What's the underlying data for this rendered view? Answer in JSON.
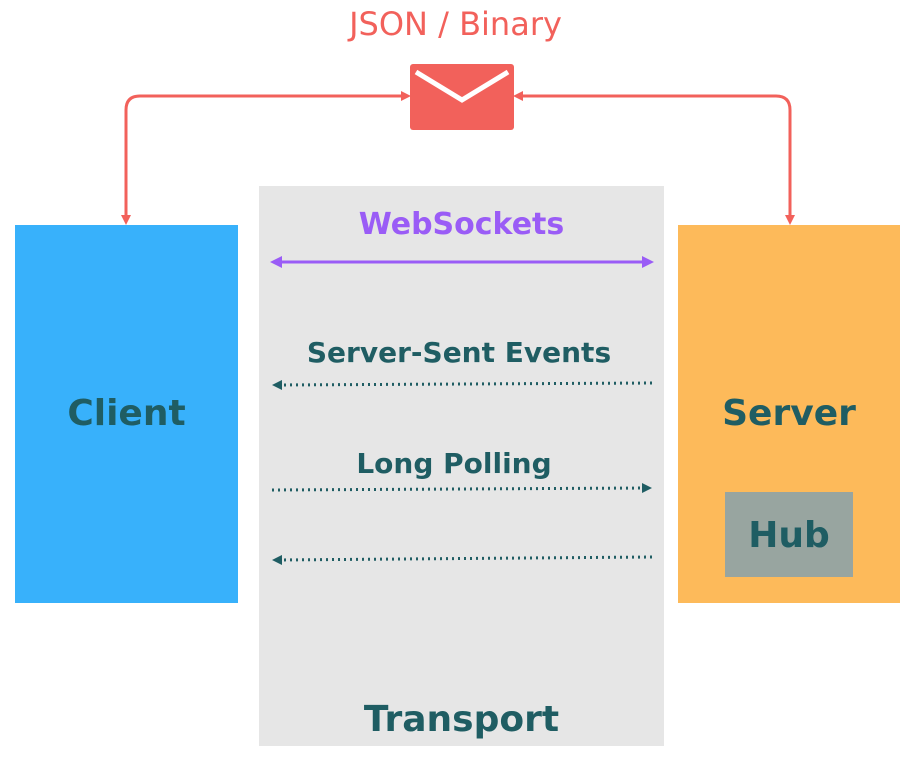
{
  "title": "JSON / Binary",
  "client": {
    "label": "Client"
  },
  "server": {
    "label": "Server",
    "hub_label": "Hub"
  },
  "transport": {
    "label": "Transport",
    "options": [
      {
        "label": "WebSockets",
        "direction": "bidirectional"
      },
      {
        "label": "Server-Sent Events",
        "direction": "server-to-client"
      },
      {
        "label": "Long Polling",
        "direction": "client-to-server and server-to-client"
      }
    ]
  },
  "colors": {
    "title": "#f2615b",
    "envelope": "#f2615b",
    "client": "#38b1fb",
    "server": "#fdba5a",
    "hub": "#98a5a0",
    "transport": "#e6e6e6",
    "websockets": "#9a5cf6",
    "label_text": "#1f5d63"
  },
  "icons": {
    "message": "envelope-icon"
  }
}
